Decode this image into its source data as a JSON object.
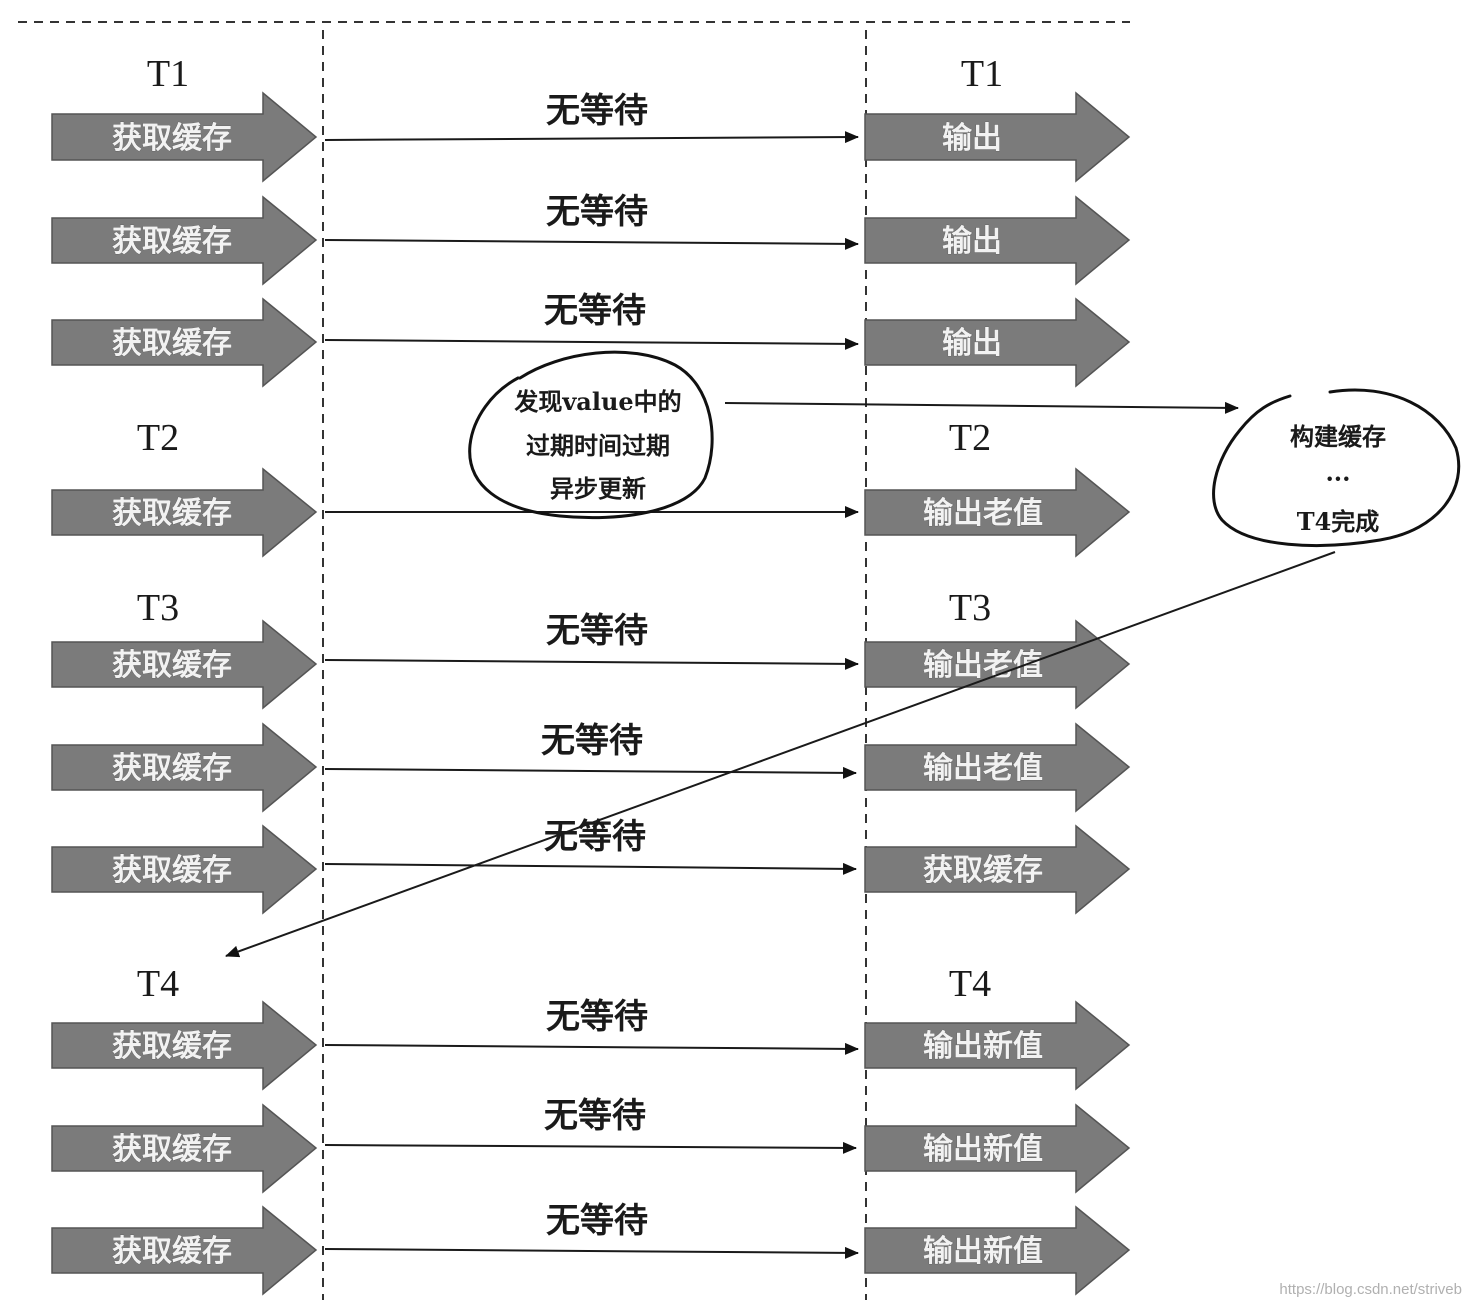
{
  "rows": [
    {
      "left": "获取缓存",
      "right": "输出",
      "wait": "无等待"
    },
    {
      "left": "获取缓存",
      "right": "输出",
      "wait": "无等待"
    },
    {
      "left": "获取缓存",
      "right": "输出",
      "wait": "无等待"
    },
    {
      "left": "获取缓存",
      "right": "输出老值",
      "wait": ""
    },
    {
      "left": "获取缓存",
      "right": "输出老值",
      "wait": "无等待"
    },
    {
      "left": "获取缓存",
      "right": "输出老值",
      "wait": "无等待"
    },
    {
      "left": "获取缓存",
      "right": "获取缓存",
      "wait": "无等待"
    },
    {
      "left": "获取缓存",
      "right": "输出新值",
      "wait": "无等待"
    },
    {
      "left": "获取缓存",
      "right": "输出新值",
      "wait": "无等待"
    },
    {
      "left": "获取缓存",
      "right": "输出新值",
      "wait": "无等待"
    }
  ],
  "thread_labels": [
    {
      "left": "T1",
      "right": "T1"
    },
    {
      "left": "T2",
      "right": "T2"
    },
    {
      "left": "T3",
      "right": "T3"
    },
    {
      "left": "T4",
      "right": "T4"
    }
  ],
  "note_expire": {
    "lines": [
      "发现value中的",
      "过期时间过期",
      "异步更新"
    ]
  },
  "note_build": {
    "lines": [
      "构建缓存",
      "···",
      "T4完成"
    ]
  },
  "watermark": "https://blog.csdn.net/striveb"
}
